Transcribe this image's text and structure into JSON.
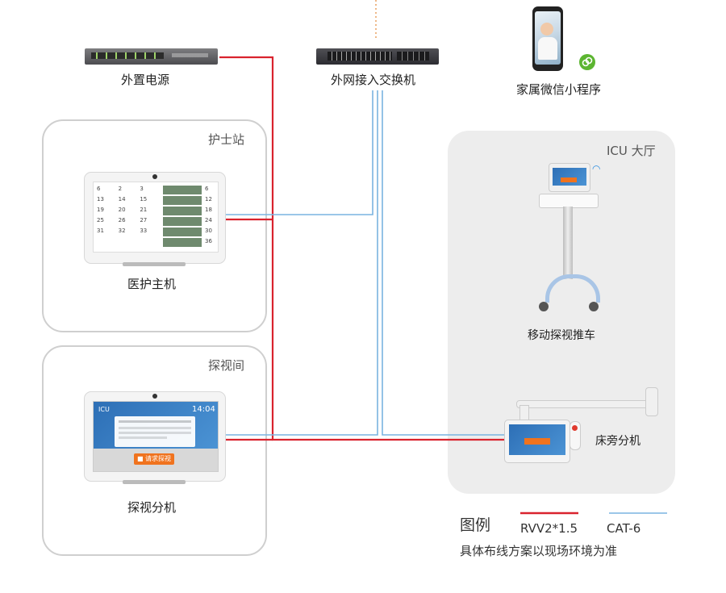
{
  "devices": {
    "power": {
      "label": "外置电源"
    },
    "switch": {
      "label": "外网接入交换机"
    },
    "wechat": {
      "label": "家属微信小程序"
    },
    "nurse_host": {
      "label": "医护主机",
      "grid_numbers": [
        "6",
        "2",
        "3",
        "12",
        "13",
        "14",
        "15",
        "18",
        "19",
        "20",
        "21",
        "24",
        "25",
        "26",
        "27",
        "30",
        "31",
        "32",
        "33",
        "36"
      ]
    },
    "visit_terminal": {
      "label": "探视分机",
      "screen_title": "ICU",
      "time": "14:04",
      "button_label": "请求探视"
    },
    "cart": {
      "label": "移动探视推车"
    },
    "bedside": {
      "label": "床旁分机"
    }
  },
  "rooms": {
    "nurse_station": "护士站",
    "visit_room": "探视间",
    "icu_hall": "ICU 大厅"
  },
  "legend": {
    "title": "图例",
    "red": {
      "label": "RVV2*1.5",
      "color": "#d9232e"
    },
    "blue": {
      "label": "CAT-6",
      "color": "#7ab3e0"
    },
    "note": "具体布线方案以现场环境为准"
  }
}
